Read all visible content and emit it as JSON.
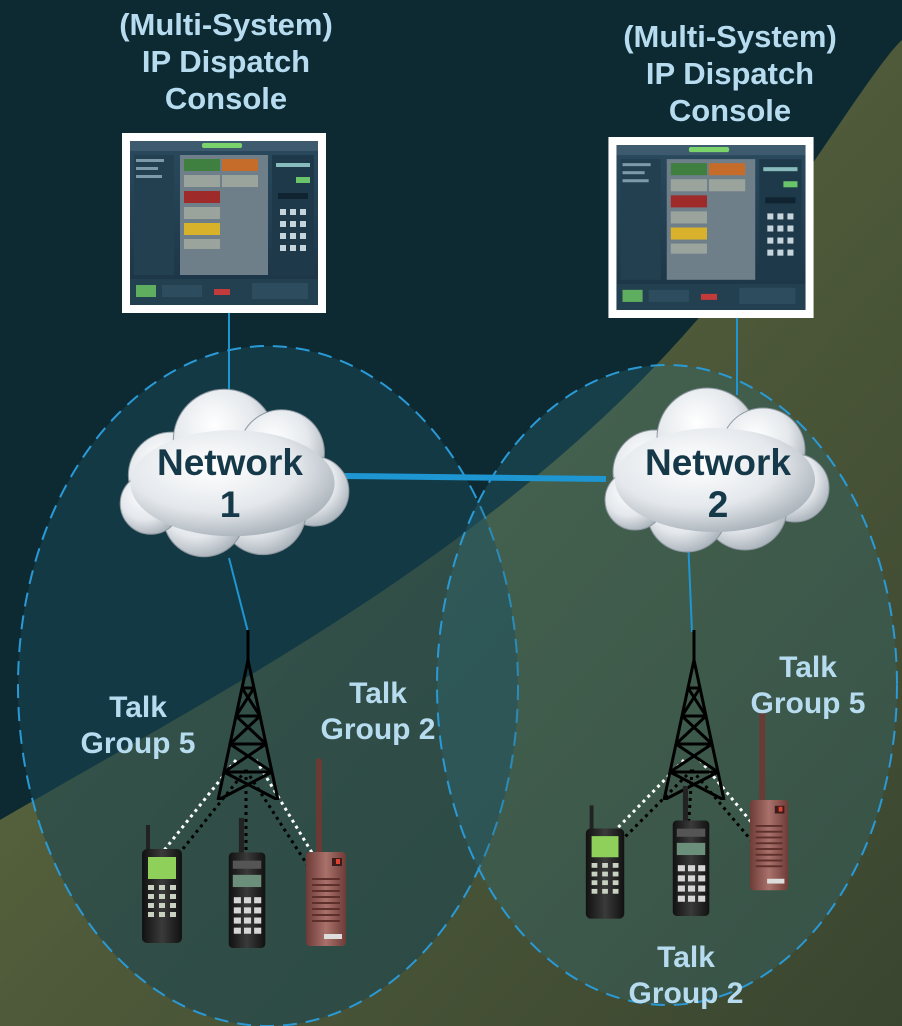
{
  "consoles": [
    {
      "title_lines": [
        "(Multi-System)",
        "IP Dispatch",
        "Console"
      ]
    },
    {
      "title_lines": [
        "(Multi-System)",
        "IP Dispatch",
        "Console"
      ]
    }
  ],
  "networks": [
    {
      "lines": [
        "Network",
        "1"
      ]
    },
    {
      "lines": [
        "Network",
        "2"
      ]
    }
  ],
  "talk_groups": [
    {
      "lines": [
        "Talk",
        "Group 5"
      ]
    },
    {
      "lines": [
        "Talk",
        "Group 2"
      ]
    },
    {
      "lines": [
        "Talk",
        "Group 5"
      ]
    },
    {
      "lines": [
        "Talk",
        "Group 2"
      ]
    }
  ],
  "icons": [
    "dispatch-console-screen-icon",
    "cloud-icon",
    "radio-tower-icon",
    "handheld-radio-icon"
  ],
  "colors": {
    "background_dark": "#0d2a33",
    "background_olive": "#4c5a3a",
    "label_text": "#b7dcef",
    "network_text": "#16394a",
    "link_line": "#1e96d2",
    "coverage_outline": "#2a9ad6"
  }
}
